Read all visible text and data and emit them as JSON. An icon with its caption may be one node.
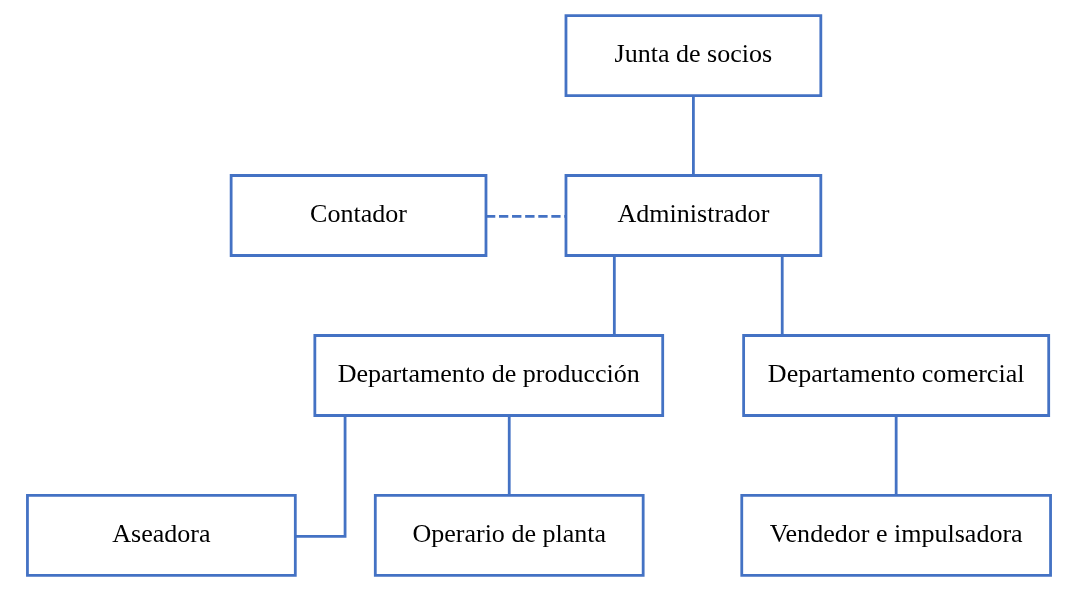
{
  "diagram": {
    "nodes": [
      {
        "text": [
          "Junta de socios"
        ]
      },
      {
        "text": [
          "Administrador"
        ]
      },
      {
        "text": [
          "Contador"
        ]
      },
      {
        "text": [
          "Departamento de producción"
        ]
      },
      {
        "text": [
          "Departamento comercial"
        ]
      },
      {
        "text": [
          "Aseadora"
        ]
      },
      {
        "text": [
          "Operario de planta"
        ]
      },
      {
        "text": [
          "Vendedor e impulsadora"
        ]
      }
    ],
    "edges": [
      {
        "from": 0,
        "to": 1,
        "arrow": "none"
      },
      {
        "from": 2,
        "to": 1,
        "arrow": "none",
        "style": "dashed"
      },
      {
        "from": 1,
        "to": 3,
        "arrow": "none"
      },
      {
        "from": 1,
        "to": 4,
        "arrow": "none"
      },
      {
        "from": 3,
        "to": 5,
        "arrow": "none"
      },
      {
        "from": 3,
        "to": 6,
        "arrow": "none"
      },
      {
        "from": 4,
        "to": 7,
        "arrow": "none"
      }
    ]
  }
}
